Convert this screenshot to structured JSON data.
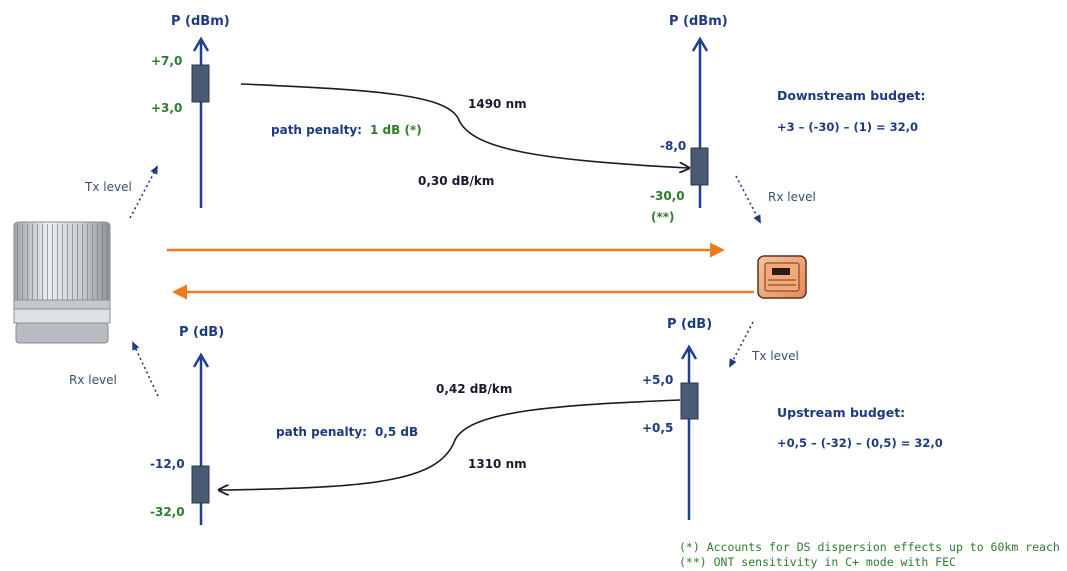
{
  "colors": {
    "axis": "#1f3f8f",
    "bar": "#4a5a73",
    "green": "#2e7d2e",
    "navy": "#1e3a80",
    "dark": "#1a1a2e",
    "orange": "#f07a20",
    "gray_label": "#3a4f70"
  },
  "upper_left": {
    "axis_label": "P (dBm)",
    "top_value": "+7,0",
    "bottom_value": "+3,0"
  },
  "upper_right": {
    "axis_label": "P (dBm)",
    "top_value": "-8,0",
    "bottom_value": "-30,0",
    "note_marker": "(**)"
  },
  "lower_left": {
    "axis_label": "P (dB)",
    "top_value": "-12,0",
    "bottom_value": "-32,0"
  },
  "lower_right": {
    "axis_label": "P (dB)",
    "top_value": "+5,0",
    "bottom_value": "+0,5"
  },
  "downstream": {
    "wavelength": "1490 nm",
    "attenuation": "0,30 dB/km",
    "penalty_label": "path penalty:",
    "penalty_value": "1 dB (*)",
    "budget_title": "Downstream budget:",
    "budget_formula": "+3 – (-30) – (1) = 32,0"
  },
  "upstream": {
    "wavelength": "1310 nm",
    "attenuation": "0,42 dB/km",
    "penalty_label": "path penalty:",
    "penalty_value": "0,5 dB",
    "budget_title": "Upstream budget:",
    "budget_formula": "+0,5 – (-32) – (0,5) = 32,0"
  },
  "levels": {
    "olt_tx": "Tx  level",
    "olt_rx": "Rx  level",
    "ont_rx": "Rx  level",
    "ont_tx": "Tx  level"
  },
  "footnotes": {
    "note1": "(*) Accounts for DS dispersion effects up to 60km reach",
    "note2": "(**) ONT sensitivity in C+ mode with FEC"
  },
  "icons": {
    "olt": "olt-device-icon",
    "ont": "ont-device-icon"
  }
}
